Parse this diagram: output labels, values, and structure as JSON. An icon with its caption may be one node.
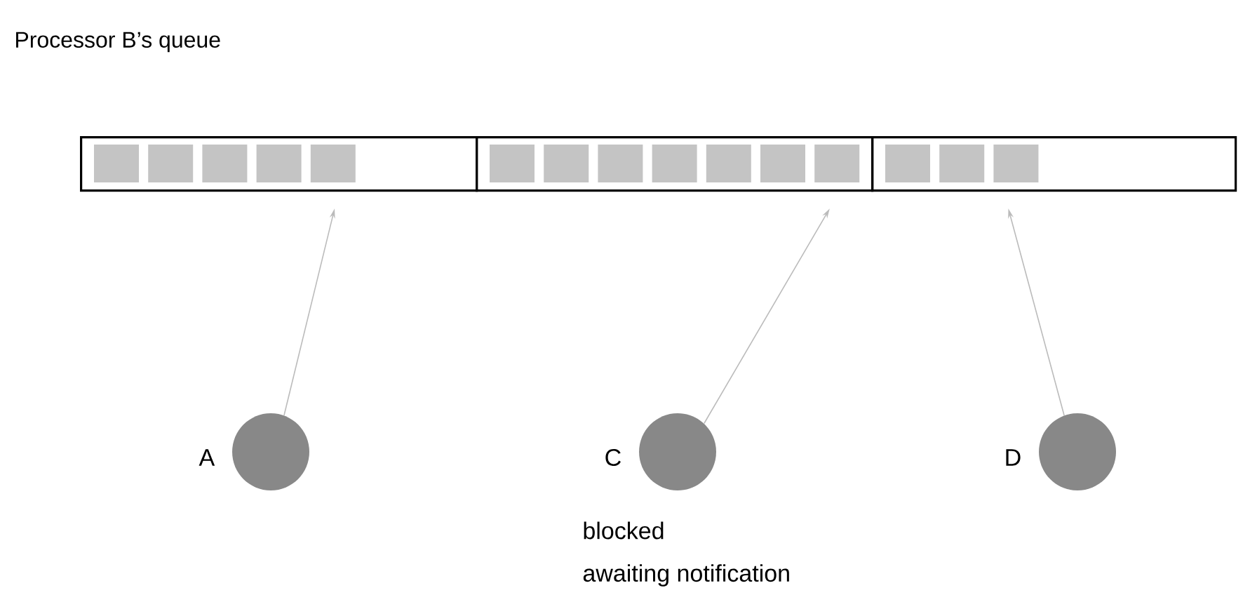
{
  "diagram": {
    "title": "Processor B’s queue",
    "nodes": [
      {
        "text": [],
        "shape": "box"
      },
      {
        "text": [],
        "shape": "box"
      },
      {
        "text": [],
        "shape": "box"
      },
      {
        "text": [],
        "shape": "circle",
        "beside": [
          "A"
        ]
      },
      {
        "text": [],
        "shape": "circle",
        "beside": [
          "C",
          "blocked",
          "awaiting notification"
        ]
      },
      {
        "text": [],
        "shape": "circle",
        "beside": [
          "D"
        ]
      }
    ],
    "edges": [
      {
        "from": 3,
        "to": 0,
        "arrow": "to"
      },
      {
        "from": 4,
        "to": 1,
        "arrow": "to"
      },
      {
        "from": 5,
        "to": 2,
        "arrow": "to"
      }
    ]
  }
}
